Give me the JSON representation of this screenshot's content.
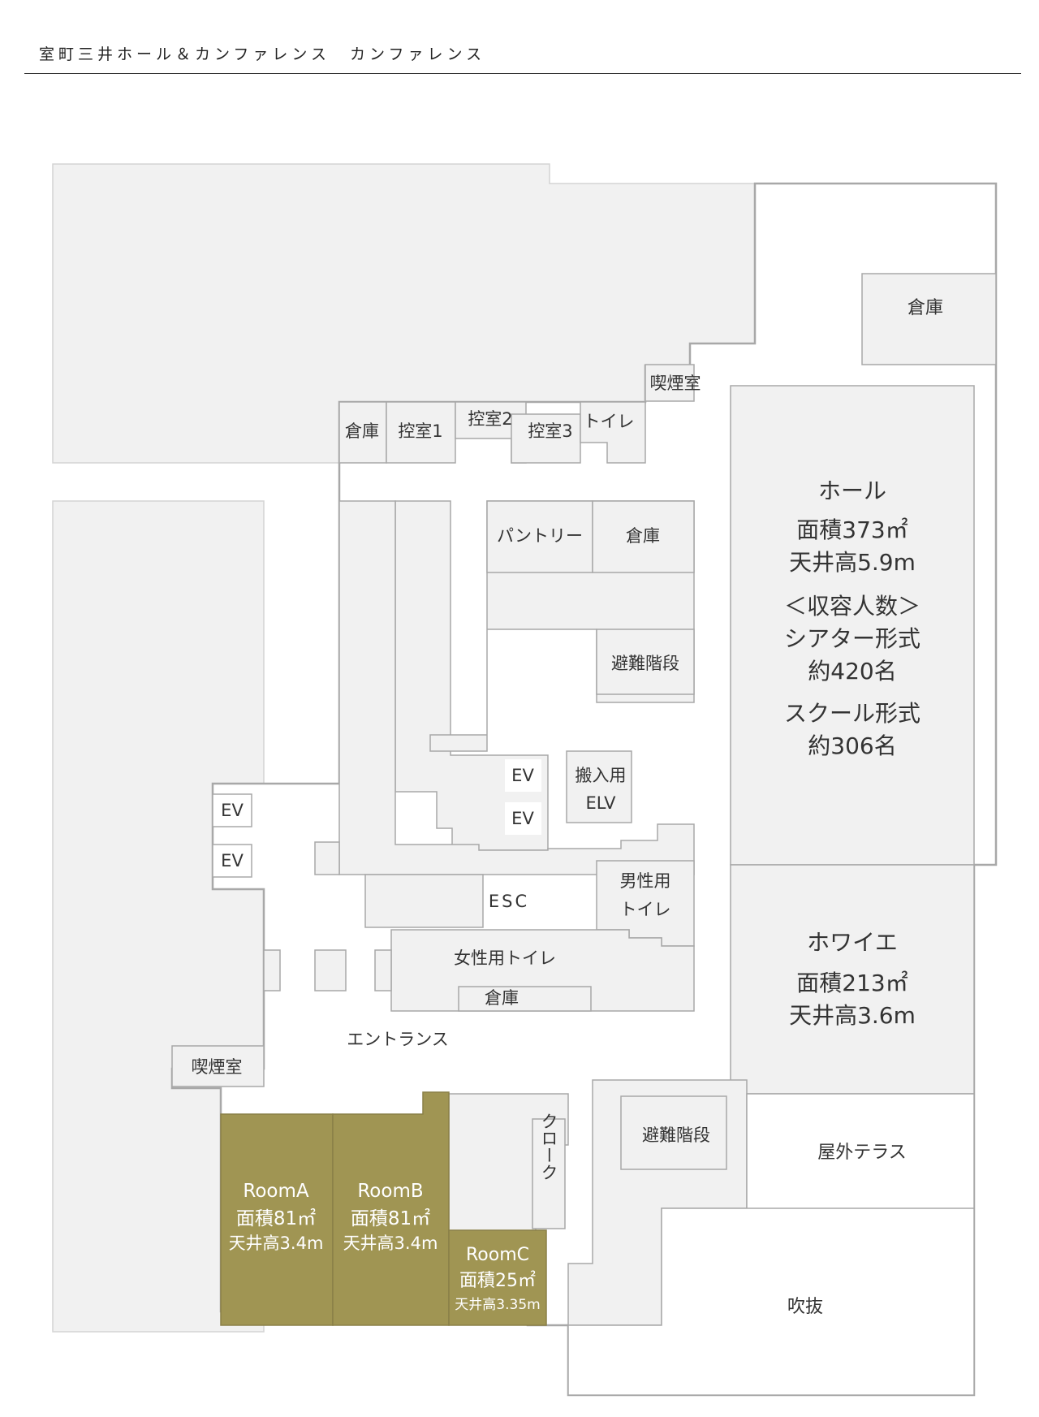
{
  "header": {
    "title": "室町三井ホール＆カンファレンス　カンファレンス"
  },
  "colors": {
    "room_fill": "#a09553",
    "block_fill": "#f1f1f1",
    "wall": "#a8a8a8",
    "label": "#333333"
  },
  "rooms": {
    "soko_top": "倉庫",
    "kitsuen_top": "喫煙室",
    "soko_small": "倉庫",
    "hikae1": "控室1",
    "hikae2": "控室2",
    "hikae3": "控室3",
    "toilet_top": "トイレ",
    "pantry": "パントリー",
    "soko_mid": "倉庫",
    "hinan_mid": "避難階段",
    "ev_center_1": "EV",
    "ev_center_2": "EV",
    "hannyu_line1": "搬入用",
    "hannyu_line2": "ELV",
    "ev_left_1": "EV",
    "ev_left_2": "EV",
    "esc": "ESC",
    "male_toilet_line1": "男性用",
    "male_toilet_line2": "トイレ",
    "female_toilet": "女性用トイレ",
    "soko_lower": "倉庫",
    "entrance": "エントランス",
    "kitsuen_left": "喫煙室",
    "cloak": "クローク",
    "hinan_lower": "避難階段",
    "terrace": "屋外テラス",
    "fukinuke": "吹抜"
  },
  "hall": {
    "name": "ホール",
    "area": "面積373㎡",
    "ceiling": "天井高5.9m",
    "capacity_heading": "＜収容人数＞",
    "theater": "シアター形式",
    "theater_count": "約420名",
    "school": "スクール形式",
    "school_count": "約306名"
  },
  "foyer": {
    "name": "ホワイエ",
    "area": "面積213㎡",
    "ceiling": "天井高3.6m"
  },
  "room_a": {
    "name": "RoomA",
    "area": "面積81㎡",
    "ceiling": "天井高3.4m"
  },
  "room_b": {
    "name": "RoomB",
    "area": "面積81㎡",
    "ceiling": "天井高3.4m"
  },
  "room_c": {
    "name": "RoomC",
    "area": "面積25㎡",
    "ceiling": "天井高3.35m"
  }
}
